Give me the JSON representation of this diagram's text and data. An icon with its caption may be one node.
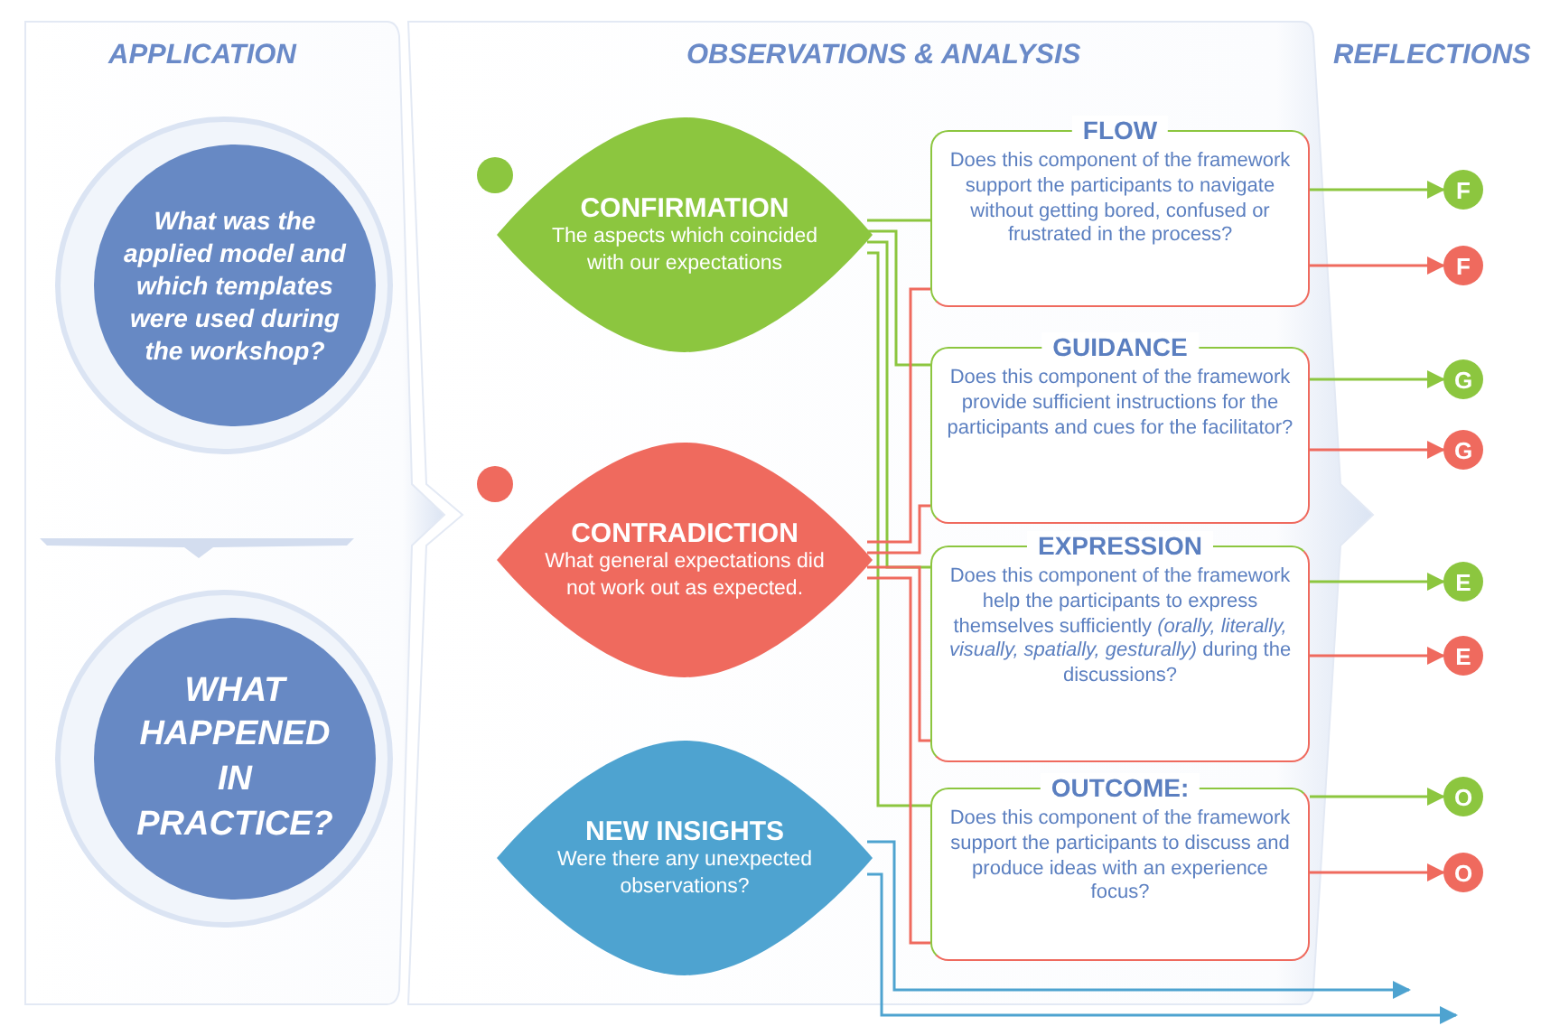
{
  "diagram": {
    "nodes": [
      {
        "text": [
          "What was the applied model and which templates were used during the workshop?"
        ]
      },
      {
        "text": [
          "WHAT HAPPENED IN PRACTICE?"
        ]
      },
      {
        "text": [
          "CONFIRMATION",
          "The aspects which coincided with our expectations"
        ]
      },
      {
        "text": [
          "CONTRADICTION",
          "What general expectations did not work out as expected."
        ]
      },
      {
        "text": [
          "NEW INSIGHTS",
          "Were there any unexpected observations?"
        ]
      },
      {
        "text": [
          "FLOW",
          "Does this component of the framework support the participants to navigate without getting bored, confused or frustrated in the process?"
        ]
      },
      {
        "text": [
          "GUIDANCE",
          "Does this component of the framework provide sufficient instructions for the participants and cues for the facilitator?"
        ]
      },
      {
        "text": [
          "EXPRESSION",
          "Does this component of the framework help the participants to express themselves sufficiently *(orally, literally, visually, spatially, gesturally)* during the discussions?"
        ]
      },
      {
        "text": [
          "OUTCOME:",
          "Does this component of the framework support the participants to discuss and produce ideas with an experience focus?"
        ]
      },
      {
        "text": [
          "F"
        ]
      },
      {
        "text": [
          "F"
        ]
      },
      {
        "text": [
          "G"
        ]
      },
      {
        "text": [
          "G"
        ]
      },
      {
        "text": [
          "E"
        ]
      },
      {
        "text": [
          "E"
        ]
      },
      {
        "text": [
          "O"
        ]
      },
      {
        "text": [
          "O"
        ]
      }
    ],
    "edges": [
      {
        "from": 2,
        "to": 5,
        "arrow": "none"
      },
      {
        "from": 5,
        "to": 9,
        "arrow": "to"
      },
      {
        "from": 2,
        "to": 6,
        "arrow": "none"
      },
      {
        "from": 6,
        "to": 11,
        "arrow": "to"
      },
      {
        "from": 2,
        "to": 7,
        "arrow": "none"
      },
      {
        "from": 7,
        "to": 13,
        "arrow": "to"
      },
      {
        "from": 2,
        "to": 8,
        "arrow": "none"
      },
      {
        "from": 8,
        "to": 15,
        "arrow": "to"
      },
      {
        "from": 3,
        "to": 5,
        "arrow": "none",
        "color": "#ef6a5e"
      },
      {
        "from": 5,
        "to": 10,
        "arrow": "to",
        "color": "#ef6a5e"
      },
      {
        "from": 3,
        "to": 6,
        "arrow": "none",
        "color": "#ef6a5e"
      },
      {
        "from": 6,
        "to": 12,
        "arrow": "to",
        "color": "#ef6a5e"
      },
      {
        "from": 3,
        "to": 7,
        "arrow": "none",
        "color": "#ef6a5e"
      },
      {
        "from": 7,
        "to": 14,
        "arrow": "to",
        "color": "#ef6a5e"
      },
      {
        "from": 3,
        "to": 8,
        "arrow": "none",
        "color": "#ef6a5e"
      },
      {
        "from": 8,
        "to": 16,
        "arrow": "to",
        "color": "#ef6a5e"
      },
      {
        "from": 4,
        "to": null,
        "arrow": "to",
        "color": "#4ea3d0"
      },
      {
        "from": 4,
        "to": null,
        "arrow": "to",
        "color": "#4ea3d0"
      }
    ],
    "labels": [
      "APPLICATION",
      "OBSERVATIONS & ANALYSIS",
      "REFLECTIONS"
    ]
  }
}
